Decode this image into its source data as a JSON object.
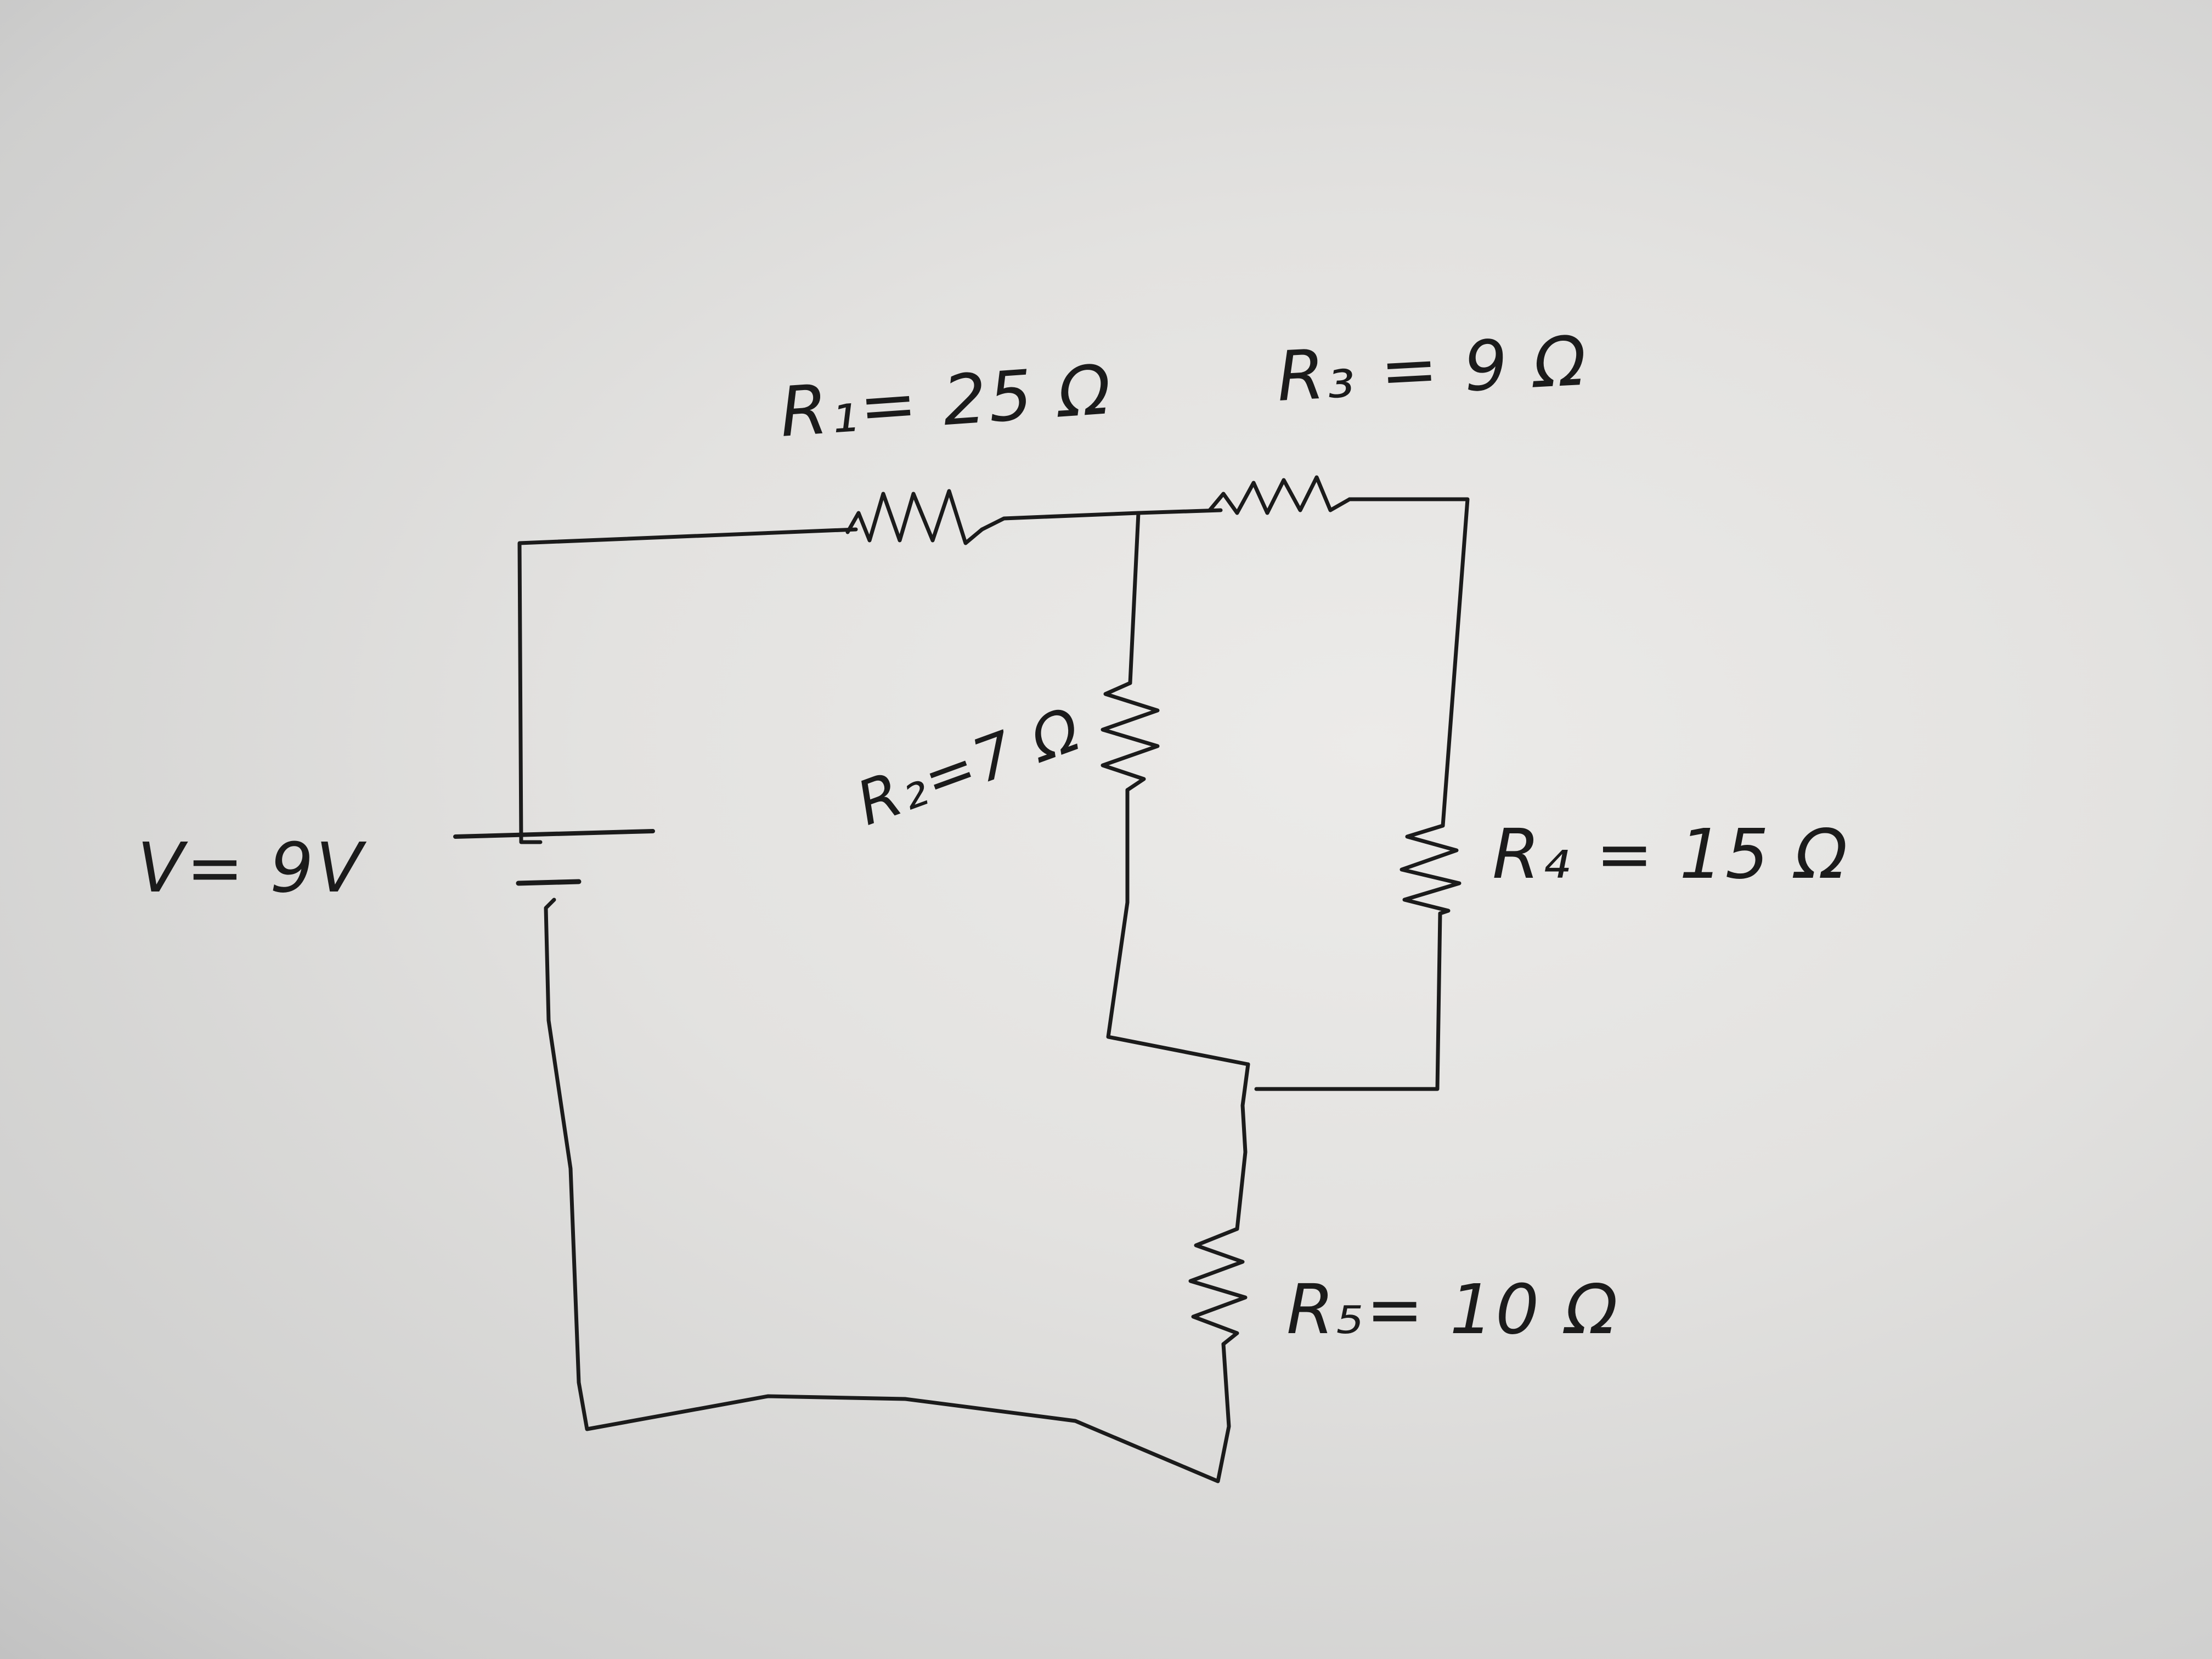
{
  "diagram": {
    "battery": {
      "label": "V= 9V"
    },
    "resistors": [
      {
        "id": "R1",
        "label": "R₁= 25 Ω"
      },
      {
        "id": "R2",
        "label": "R₂=7 Ω"
      },
      {
        "id": "R3",
        "label": "R₃ = 9 Ω"
      },
      {
        "id": "R4",
        "label": "R₄ = 15 Ω"
      },
      {
        "id": "R5",
        "label": "R₅= 10 Ω"
      }
    ],
    "colors": {
      "ink": "#1b1b1b",
      "board": "#e6e5e3"
    }
  }
}
